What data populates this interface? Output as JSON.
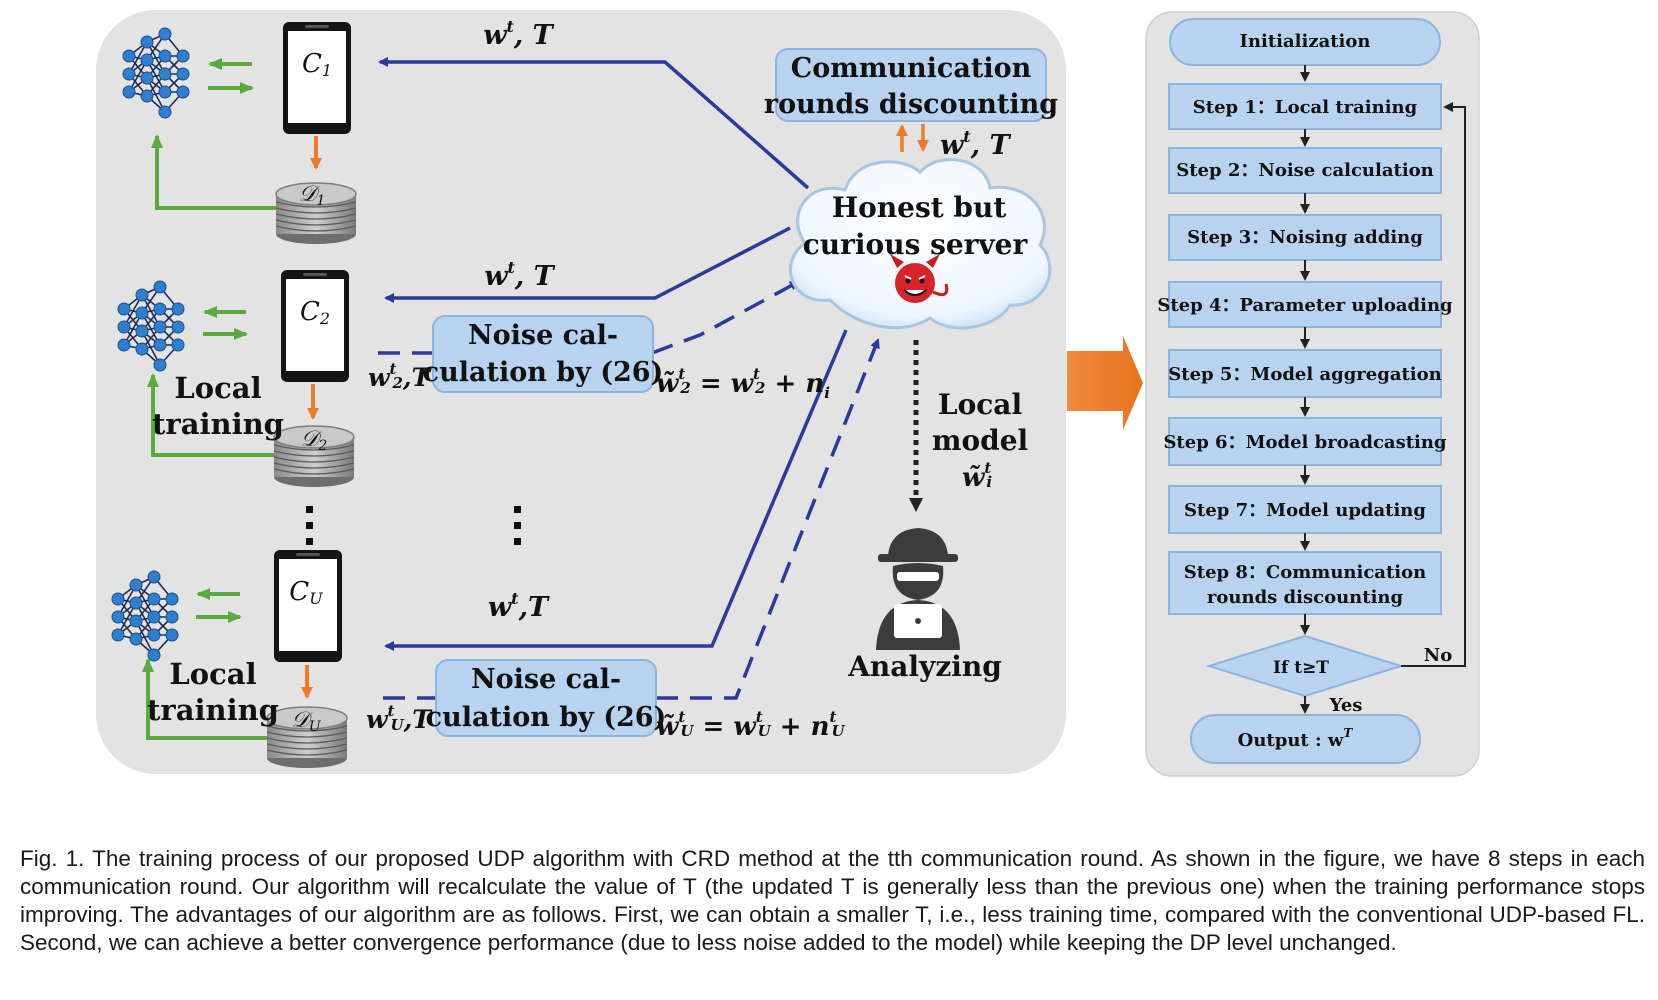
{
  "server": {
    "line1": "Honest but",
    "line2": "curious server"
  },
  "crd_box": {
    "line1": "Communication",
    "line2": "rounds discounting"
  },
  "clients": [
    {
      "label": "C",
      "sub": "1",
      "dataset": "𝒟",
      "dsub": "1",
      "local_training": ""
    },
    {
      "label": "C",
      "sub": "2",
      "dataset": "𝒟",
      "dsub": "2",
      "local_training": "Local training"
    },
    {
      "label": "C",
      "sub": "U",
      "dataset": "𝒟",
      "dsub": "U",
      "local_training": "Local training"
    }
  ],
  "noise_box": {
    "line1": "Noise cal-",
    "line2": "culation by (26)"
  },
  "arrow_labels": {
    "wt_T": "w",
    "sup_t": "t",
    "T": "T",
    "w2T": "w",
    "w2sub": "2",
    "UT": "U"
  },
  "attacker": {
    "label": "Analyzing",
    "local": "Local",
    "model": "model"
  },
  "flowchart": {
    "init": "Initialization",
    "steps": [
      "Step 1：Local training",
      "Step 2：Noise calculation",
      "Step 3：Noising adding",
      "Step 4：Parameter uploading",
      "Step 5：Model aggregation",
      "Step 6：Model broadcasting",
      "Step 7：Model updating",
      "Step 8：Communication",
      "rounds discounting"
    ],
    "decision": "If t≥T",
    "no": "No",
    "yes": "Yes",
    "output": "Output : w"
  },
  "caption": "Fig. 1. The training process of our proposed UDP algorithm with CRD method at the tth communication round. As shown in the figure, we have 8 steps in each communication round. Our algorithm will recalculate the value of T (the updated T is generally less than the previous one) when the training performance stops improving. The advantages of our algorithm are as follows. First, we can obtain a smaller T, i.e., less training time, compared with the conventional UDP-based FL. Second, we can achieve a better convergence performance (due to less noise added to the model) while keeping the DP level unchanged.",
  "colors": {
    "panel": "#e3e3e3",
    "blue_line": "#2b3a9c",
    "green": "#5aaa3c",
    "orange": "#ee7b2a",
    "box_fill": "#b7d3f0",
    "box_stroke": "#8eb3dc",
    "net_fill": "#2f7fd0"
  }
}
